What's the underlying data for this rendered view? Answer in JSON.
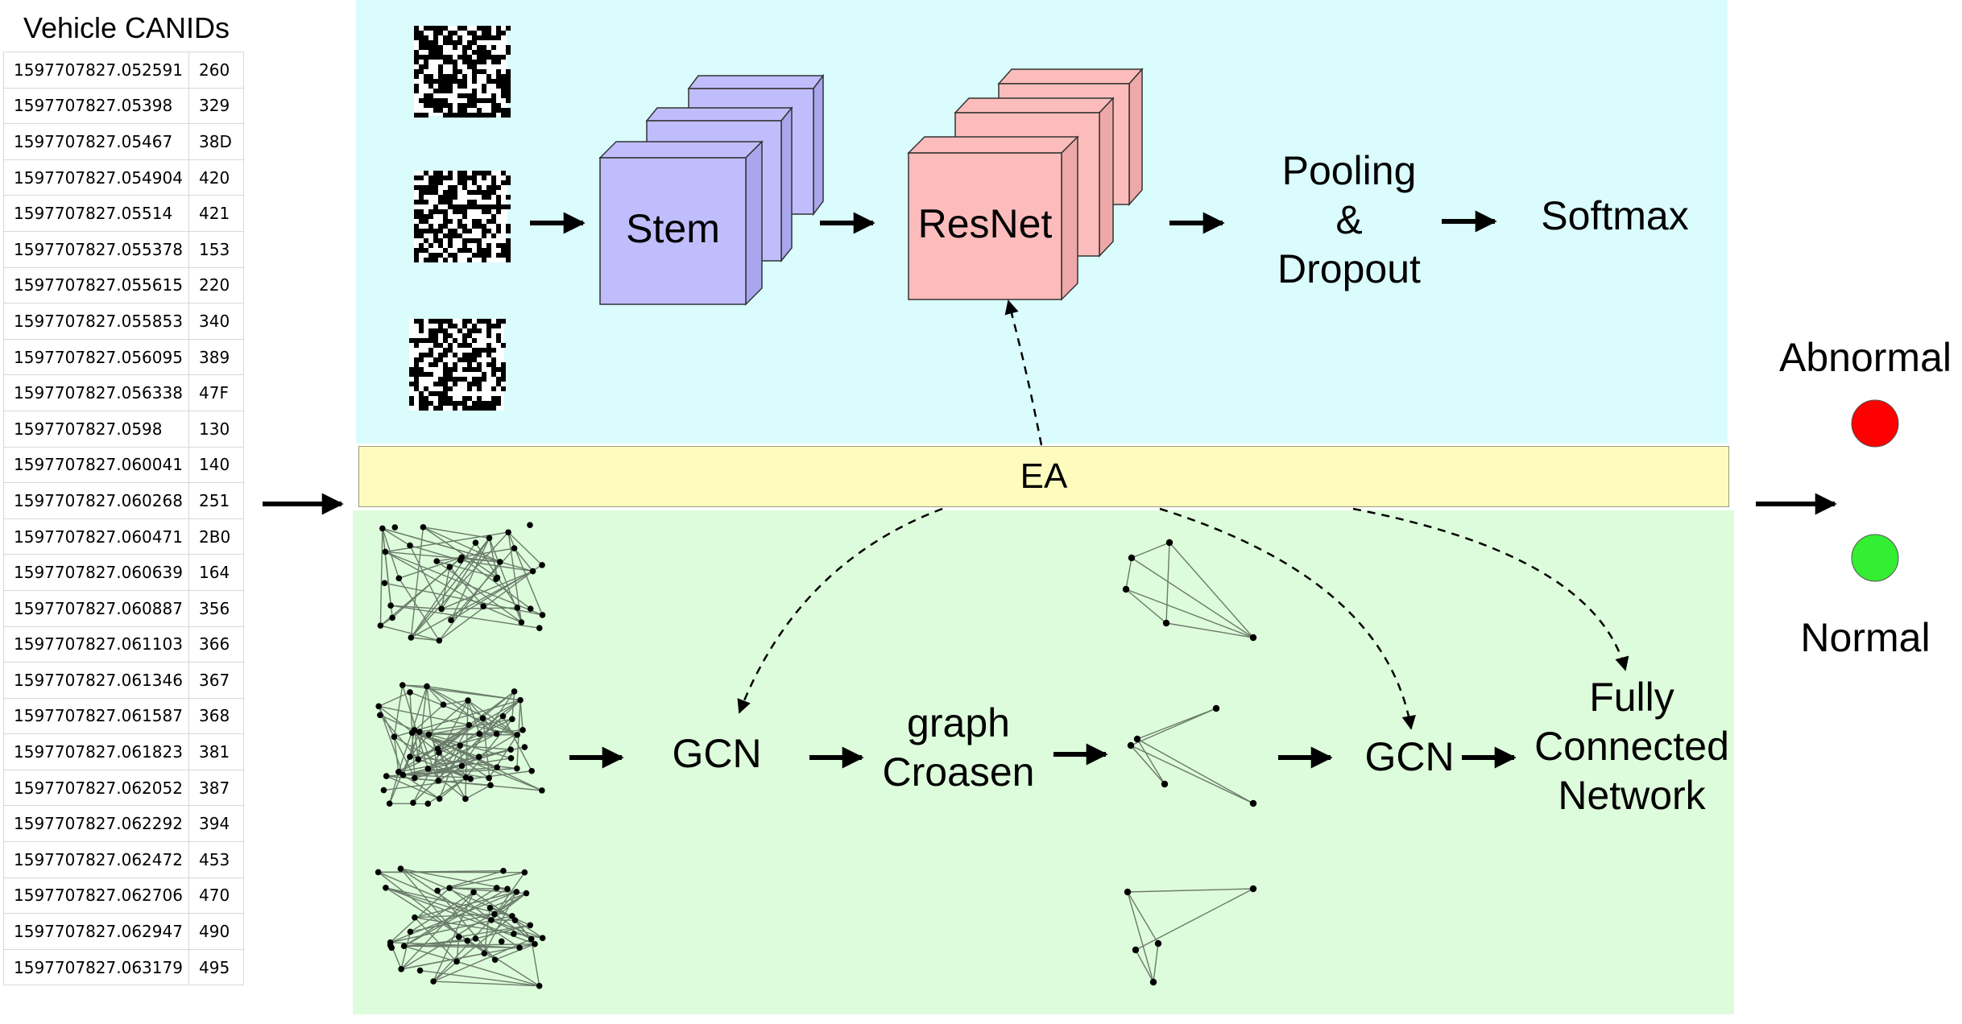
{
  "table": {
    "title": "Vehicle CANIDs",
    "rows": [
      {
        "timestamp": "1597707827.052591",
        "id": "260"
      },
      {
        "timestamp": "1597707827.05398",
        "id": "329"
      },
      {
        "timestamp": "1597707827.05467",
        "id": "38D"
      },
      {
        "timestamp": "1597707827.054904",
        "id": "420"
      },
      {
        "timestamp": "1597707827.05514",
        "id": "421"
      },
      {
        "timestamp": "1597707827.055378",
        "id": "153"
      },
      {
        "timestamp": "1597707827.055615",
        "id": "220"
      },
      {
        "timestamp": "1597707827.055853",
        "id": "340"
      },
      {
        "timestamp": "1597707827.056095",
        "id": "389"
      },
      {
        "timestamp": "1597707827.056338",
        "id": "47F"
      },
      {
        "timestamp": "1597707827.0598",
        "id": "130"
      },
      {
        "timestamp": "1597707827.060041",
        "id": "140"
      },
      {
        "timestamp": "1597707827.060268",
        "id": "251"
      },
      {
        "timestamp": "1597707827.060471",
        "id": "2B0"
      },
      {
        "timestamp": "1597707827.060639",
        "id": "164"
      },
      {
        "timestamp": "1597707827.060887",
        "id": "356"
      },
      {
        "timestamp": "1597707827.061103",
        "id": "366"
      },
      {
        "timestamp": "1597707827.061346",
        "id": "367"
      },
      {
        "timestamp": "1597707827.061587",
        "id": "368"
      },
      {
        "timestamp": "1597707827.061823",
        "id": "381"
      },
      {
        "timestamp": "1597707827.062052",
        "id": "387"
      },
      {
        "timestamp": "1597707827.062292",
        "id": "394"
      },
      {
        "timestamp": "1597707827.062472",
        "id": "453"
      },
      {
        "timestamp": "1597707827.062706",
        "id": "470"
      },
      {
        "timestamp": "1597707827.062947",
        "id": "490"
      },
      {
        "timestamp": "1597707827.063179",
        "id": "495"
      }
    ]
  },
  "cnn": {
    "stem": "Stem",
    "resnet": "ResNet",
    "pooling_line1": "Pooling",
    "pooling_line2": "&",
    "pooling_line3": "Dropout",
    "softmax": "Softmax"
  },
  "ea": "EA",
  "gcn": {
    "gcn1": "GCN",
    "coarsen_line1": "graph",
    "coarsen_line2": "Croasen",
    "gcn2": "GCN",
    "fc_line1": "Fully",
    "fc_line2": "Connected",
    "fc_line3": "Network"
  },
  "output": {
    "abnormal": "Abnormal",
    "normal": "Normal",
    "abnormal_color": "#ff0000",
    "normal_color": "#33ee33"
  },
  "colors": {
    "stem_block": "#c0bdfd",
    "resnet_block": "#fdbcbc",
    "cnn_panel": "#dafcfd",
    "gcn_panel": "#ddfcdb",
    "ea_bar": "#fdfcbe"
  },
  "icons": [
    "qr-noise-image",
    "graph-network",
    "arrow-right",
    "status-dot"
  ]
}
